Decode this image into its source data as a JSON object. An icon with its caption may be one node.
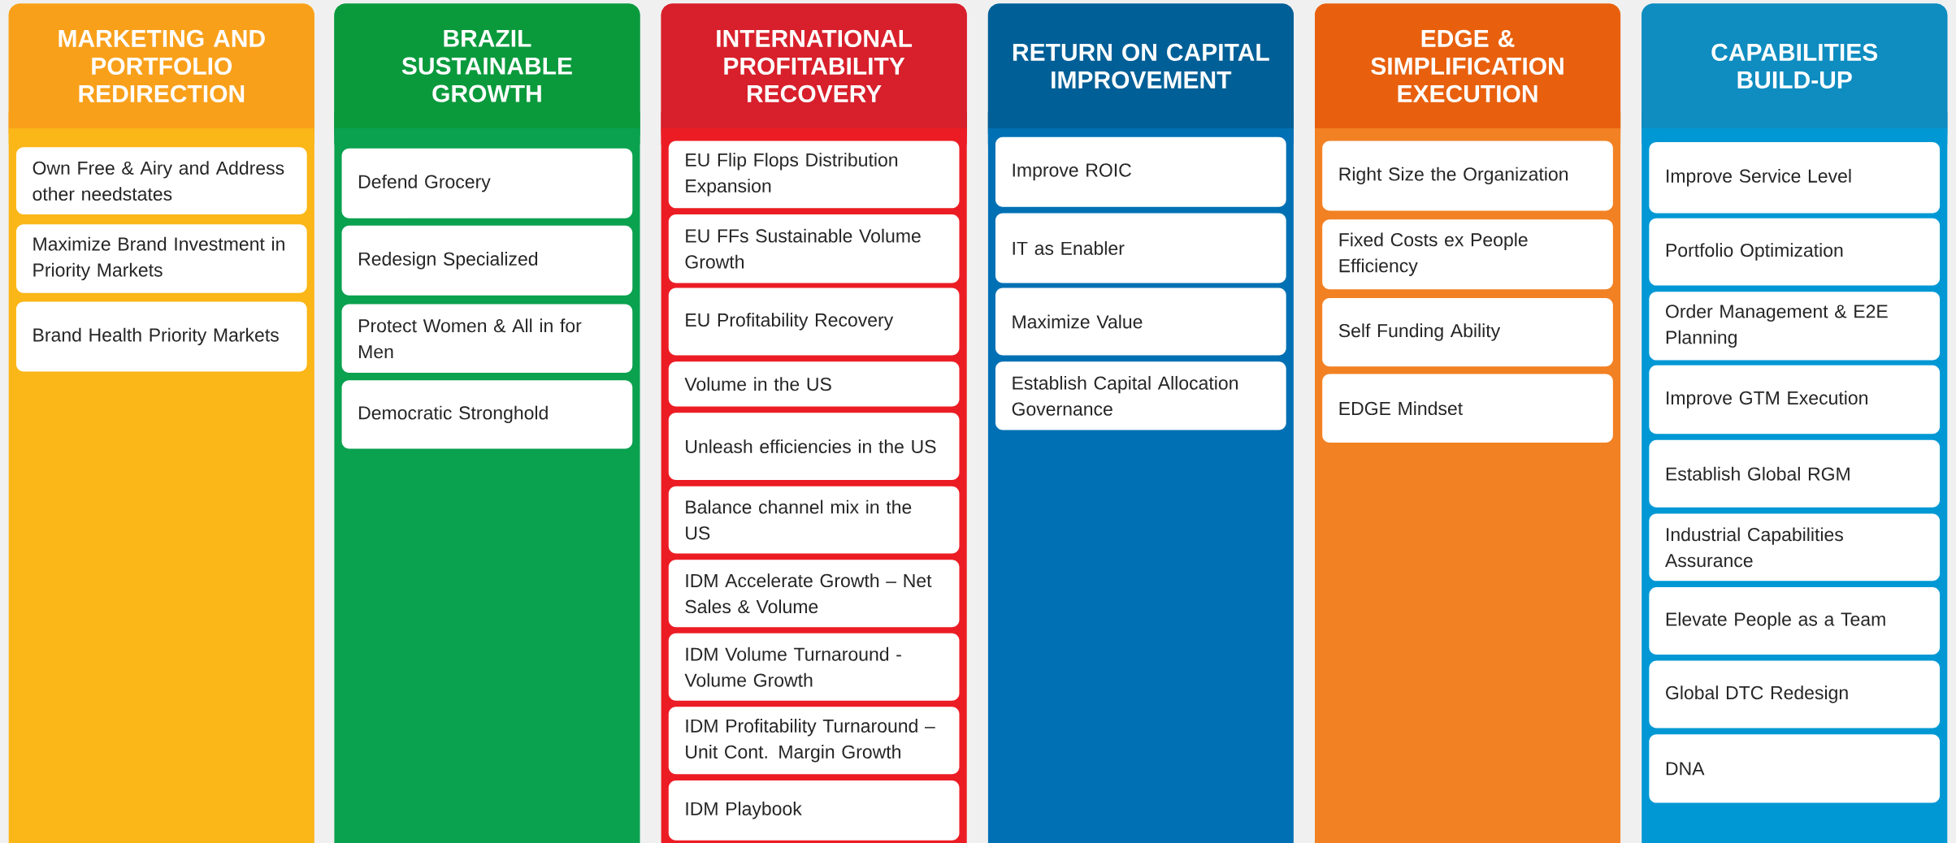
{
  "diagram": {
    "nodes": [
      {
        "text": [
          "MARKETING AND PORTFOLIO REDIRECTION"
        ]
      },
      {
        "text": [
          "Own Free & Airy and Address other needstates"
        ],
        "in": 0
      },
      {
        "text": [
          "Maximize Brand Investment in Priority Markets"
        ],
        "in": 0
      },
      {
        "text": [
          "Brand Health Priority Markets"
        ],
        "in": 0
      },
      {
        "text": [
          "BRAZIL SUSTAINABLE GROWTH"
        ]
      },
      {
        "text": [
          "Defend Grocery"
        ],
        "in": 4
      },
      {
        "text": [
          "Redesign Specialized"
        ],
        "in": 4
      },
      {
        "text": [
          "Protect Women & All in for Men"
        ],
        "in": 4
      },
      {
        "text": [
          "Democratic Stronghold"
        ],
        "in": 4
      },
      {
        "text": [
          "INTERNATIONAL PROFITABILITY RECOVERY"
        ]
      },
      {
        "text": [
          "EU Flip Flops Distribution Expansion"
        ],
        "in": 9
      },
      {
        "text": [
          "EU FFs Sustainable Volume Growth"
        ],
        "in": 9
      },
      {
        "text": [
          "EU Profitability Recovery"
        ],
        "in": 9
      },
      {
        "text": [
          "Volume in the US"
        ],
        "in": 9
      },
      {
        "text": [
          "Unleash efficiencies in the US"
        ],
        "in": 9
      },
      {
        "text": [
          "Balance channel mix in the US"
        ],
        "in": 9
      },
      {
        "text": [
          "IDM Accelerate Growth – Net Sales & Volume"
        ],
        "in": 9
      },
      {
        "text": [
          "IDM Volume Turnaround  - Volume Growth"
        ],
        "in": 9
      },
      {
        "text": [
          "IDM Profitability Turnaround – Unit Cont. Margin Growth"
        ],
        "in": 9
      },
      {
        "text": [
          "IDM Playbook"
        ],
        "in": 9
      },
      {
        "text": [
          "RETURN ON CAPITAL IMPROVEMENT"
        ]
      },
      {
        "text": [
          "Improve ROIC"
        ],
        "in": 20
      },
      {
        "text": [
          "IT as Enabler"
        ],
        "in": 20
      },
      {
        "text": [
          "Maximize Value"
        ],
        "in": 20
      },
      {
        "text": [
          "Establish Capital Allocation Governance"
        ],
        "in": 20
      },
      {
        "text": [
          "EDGE & SIMPLIFICATION EXECUTION"
        ]
      },
      {
        "text": [
          "Right Size the Organization"
        ],
        "in": 25
      },
      {
        "text": [
          "Fixed Costs ex People Efficiency"
        ],
        "in": 25
      },
      {
        "text": [
          "Self Funding Ability"
        ],
        "in": 25
      },
      {
        "text": [
          "EDGE Mindset"
        ],
        "in": 25
      },
      {
        "text": [
          "CAPABILITIES BUILD-UP"
        ]
      },
      {
        "text": [
          "Improve Service Level"
        ],
        "in": 30
      },
      {
        "text": [
          "Portfolio Optimization"
        ],
        "in": 30
      },
      {
        "text": [
          "Order Management & E2E Planning"
        ],
        "in": 30
      },
      {
        "text": [
          "Improve GTM Execution"
        ],
        "in": 30
      },
      {
        "text": [
          "Establish Global RGM"
        ],
        "in": 30
      },
      {
        "text": [
          "Industrial Capabilities Assurance"
        ],
        "in": 30
      },
      {
        "text": [
          "Elevate People as a Team"
        ],
        "in": 30
      },
      {
        "text": [
          "Global DTC Redesign"
        ],
        "in": 30
      },
      {
        "text": [
          "DNA"
        ],
        "in": 30
      }
    ]
  }
}
